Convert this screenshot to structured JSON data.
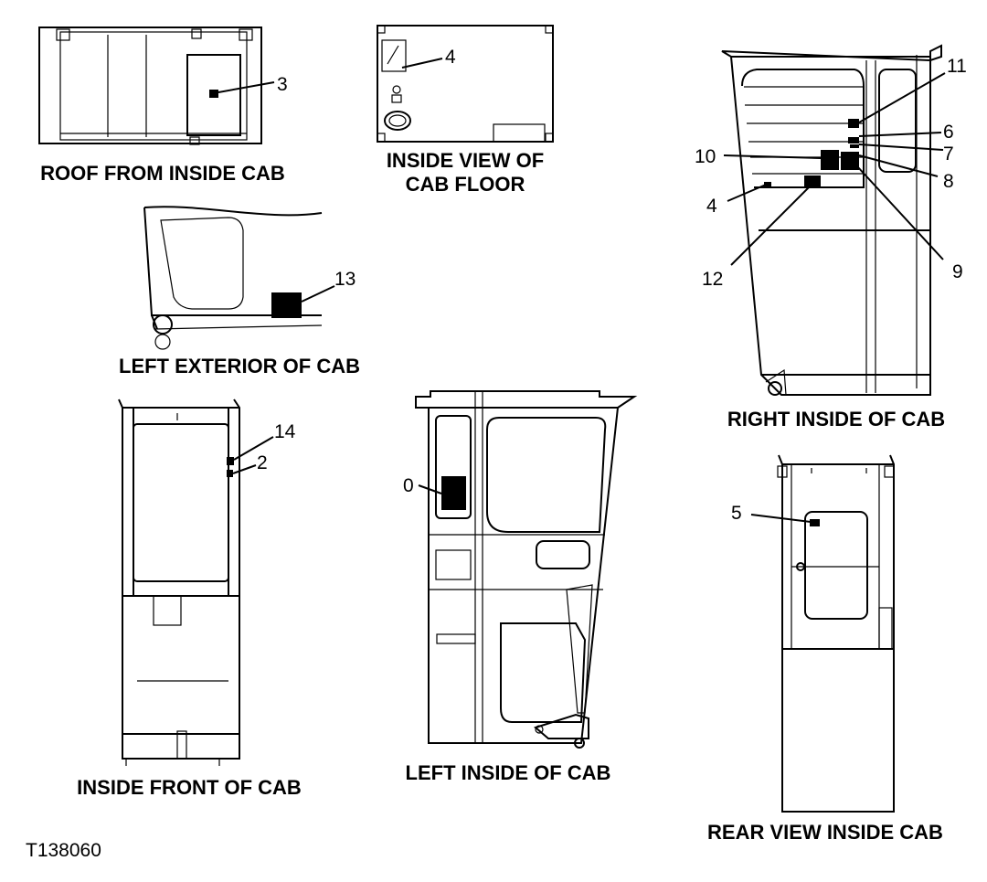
{
  "figure_id": "T138060",
  "views": [
    {
      "name": "roof",
      "caption_lines": [
        "ROOF FROM INSIDE CAB"
      ]
    },
    {
      "name": "floor",
      "caption_lines": [
        "INSIDE VIEW OF",
        "CAB FLOOR"
      ]
    },
    {
      "name": "left-exterior",
      "caption_lines": [
        "LEFT EXTERIOR OF CAB"
      ]
    },
    {
      "name": "inside-front",
      "caption_lines": [
        "INSIDE FRONT OF CAB"
      ]
    },
    {
      "name": "left-inside",
      "caption_lines": [
        "LEFT INSIDE OF CAB"
      ]
    },
    {
      "name": "right-inside",
      "caption_lines": [
        "RIGHT INSIDE OF CAB"
      ]
    },
    {
      "name": "rear-view",
      "caption_lines": [
        "REAR VIEW INSIDE CAB"
      ]
    }
  ],
  "callouts": {
    "roof": [
      "3"
    ],
    "floor": [
      "4"
    ],
    "left_exterior": [
      "13"
    ],
    "inside_front": [
      "14",
      "2"
    ],
    "left_inside": [
      "0"
    ],
    "right_inside": [
      "11",
      "6",
      "7",
      "10",
      "8",
      "4",
      "9",
      "12"
    ],
    "rear_view": [
      "5"
    ]
  }
}
